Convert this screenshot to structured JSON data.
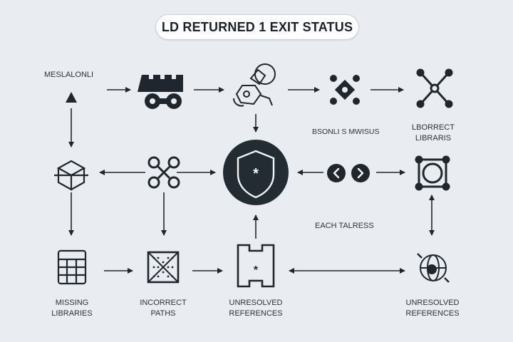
{
  "title": "LD RETURNED 1 EXIT STATUS",
  "labels": {
    "top_left": "MESLALONLI",
    "middle_right_top": "BSONLI S MWISUS",
    "incorrect_libraris_1": "LBORRECT",
    "incorrect_libraris_2": "LIBRARIS",
    "each_tables": "EACH TALRESS",
    "missing_1": "MISSING",
    "missing_2": "LIBRARIES",
    "paths_1": "INCORRECT",
    "paths_2": "PATHS",
    "unres_1_a": "UNRESOLVED",
    "unres_1_b": "REFERENCES",
    "unres_2_a": "UNRESOLVED",
    "unres_2_b": "REFERENCES"
  },
  "icons": {
    "center": "shield-asterisk-icon",
    "nav_prev": "chevron-left-icon",
    "nav_next": "chevron-right-icon"
  },
  "colors": {
    "background": "#e9edf1",
    "ink": "#1f262d",
    "accent_dark": "#232b33"
  }
}
